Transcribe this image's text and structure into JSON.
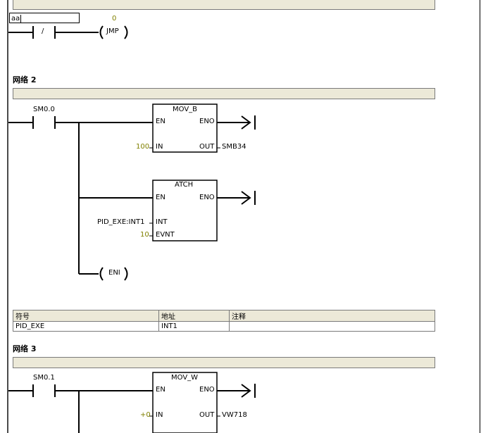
{
  "editor": {
    "name_input_value": "aa",
    "net1": {
      "jmp_label": "0",
      "jmp_coil": "JMP",
      "nc_contact_symbol": "/"
    },
    "net2": {
      "title": "网络 2",
      "contact": "SM0.0",
      "box1": {
        "name": "MOV_B",
        "en": "EN",
        "eno": "ENO",
        "in_pin": "IN",
        "out_pin": "OUT",
        "in_value": "100",
        "out_value": "SMB34"
      },
      "box2": {
        "name": "ATCH",
        "en": "EN",
        "eno": "ENO",
        "int_pin": "INT",
        "evnt_pin": "EVNT",
        "int_value": "PID_EXE:INT1",
        "evnt_value": "10"
      },
      "coil": "ENI"
    },
    "symbol_table": {
      "headers": [
        "符号",
        "地址",
        "注释"
      ],
      "rows": [
        {
          "symbol": "PID_EXE",
          "address": "INT1",
          "comment": ""
        }
      ]
    },
    "net3": {
      "title": "网络 3",
      "contact": "SM0.1",
      "box1": {
        "name": "MOV_W",
        "en": "EN",
        "eno": "ENO",
        "in_pin": "IN",
        "out_pin": "OUT",
        "in_value": "+0",
        "out_value": "VW718"
      }
    }
  },
  "colors": {
    "header_bg": "#ece9d8",
    "constant": "#808000"
  }
}
